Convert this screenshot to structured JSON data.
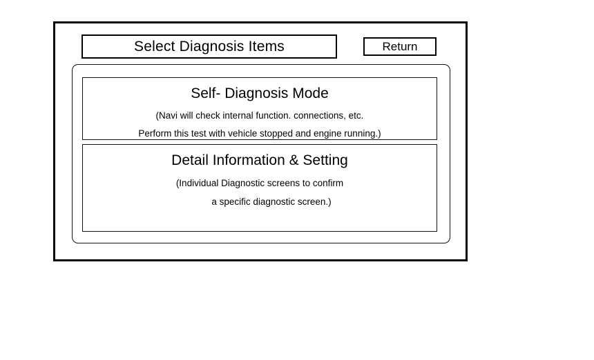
{
  "screen": {
    "title": "Select Diagnosis Items",
    "return_label": "Return"
  },
  "menu": {
    "options": [
      {
        "heading": "Self- Diagnosis Mode",
        "desc_line_1": "(Navi will check internal function. connections, etc.",
        "desc_line_2": "Perform this test with vehicle stopped and engine running.)"
      },
      {
        "heading": "Detail Information & Setting",
        "desc_line_1": "(Individual Diagnostic screens to confirm",
        "desc_line_2": "a specific diagnostic screen.)"
      }
    ]
  },
  "colors": {
    "frame": "#000000",
    "background": "#ffffff",
    "text": "#000000"
  }
}
